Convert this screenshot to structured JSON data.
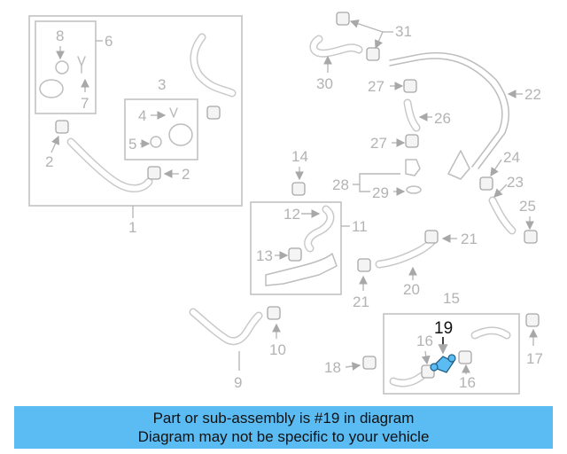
{
  "callouts": {
    "n1": "1",
    "n2a": "2",
    "n2b": "2",
    "n3": "3",
    "n4": "4",
    "n5": "5",
    "n6": "6",
    "n7": "7",
    "n8": "8",
    "n9": "9",
    "n10": "10",
    "n11": "11",
    "n12": "12",
    "n13": "13",
    "n14": "14",
    "n15": "15",
    "n16a": "16",
    "n16b": "16",
    "n17": "17",
    "n18": "18",
    "n19": "19",
    "n20": "20",
    "n21a": "21",
    "n21b": "21",
    "n22": "22",
    "n23": "23",
    "n24": "24",
    "n25": "25",
    "n26": "26",
    "n27a": "27",
    "n27b": "27",
    "n28": "28",
    "n29": "29",
    "n30": "30",
    "n31": "31"
  },
  "highlight": {
    "part_number": "19",
    "color": "#5bbcf3"
  },
  "banner": {
    "line1": "Part or sub-assembly is #19 in diagram",
    "line2": "Diagram may not be specific to your vehicle"
  }
}
